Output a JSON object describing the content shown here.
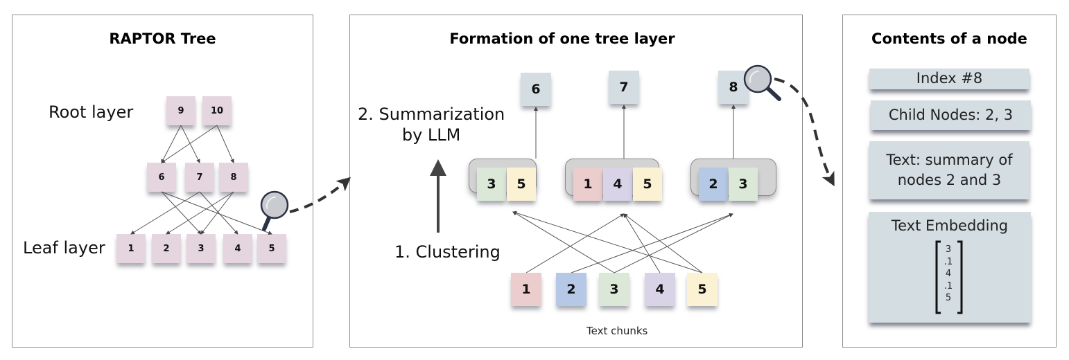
{
  "panels": {
    "raptor_tree": {
      "title": "RAPTOR Tree",
      "root_label": "Root layer",
      "leaf_label": "Leaf layer",
      "root_nodes": [
        "9",
        "10"
      ],
      "middle_nodes": [
        "6",
        "7",
        "8"
      ],
      "leaf_nodes": [
        "1",
        "2",
        "3",
        "4",
        "5"
      ],
      "edges": [
        [
          "9",
          "6"
        ],
        [
          "9",
          "7"
        ],
        [
          "10",
          "6"
        ],
        [
          "10",
          "8"
        ],
        [
          "6",
          "3"
        ],
        [
          "6",
          "5"
        ],
        [
          "7",
          "1"
        ],
        [
          "7",
          "4"
        ],
        [
          "8",
          "2"
        ],
        [
          "8",
          "3"
        ]
      ],
      "node_color": "#e5d5de"
    },
    "formation": {
      "title": "Formation of one tree layer",
      "step_summarization": "2. Summarization\nby LLM",
      "step_summarization_line1": "2. Summarization",
      "step_summarization_line2": "by LLM",
      "step_clustering": "1. Clustering",
      "summary_nodes": [
        "6",
        "7",
        "8"
      ],
      "clusters": [
        {
          "parent": "6",
          "members": [
            "3",
            "5"
          ]
        },
        {
          "parent": "7",
          "members": [
            "1",
            "4",
            "5"
          ]
        },
        {
          "parent": "8",
          "members": [
            "2",
            "3"
          ]
        }
      ],
      "chunks": [
        "1",
        "2",
        "3",
        "4",
        "5"
      ],
      "chunks_label": "Text chunks",
      "chunk_colors": {
        "1": "#eccdce",
        "2": "#b5c8e6",
        "3": "#dce8d7",
        "4": "#d8d3e6",
        "5": "#fbf1d3"
      },
      "summary_color": "#d4dde2"
    },
    "node_contents": {
      "title": "Contents of a node",
      "index": "Index #8",
      "child_nodes": "Child Nodes: 2, 3",
      "text_line1": "Text:  summary of",
      "text_line2": "nodes 2 and 3",
      "embedding_title": "Text Embedding",
      "embedding_vector": [
        "3",
        ".1",
        "4",
        ".1",
        "5"
      ]
    }
  }
}
